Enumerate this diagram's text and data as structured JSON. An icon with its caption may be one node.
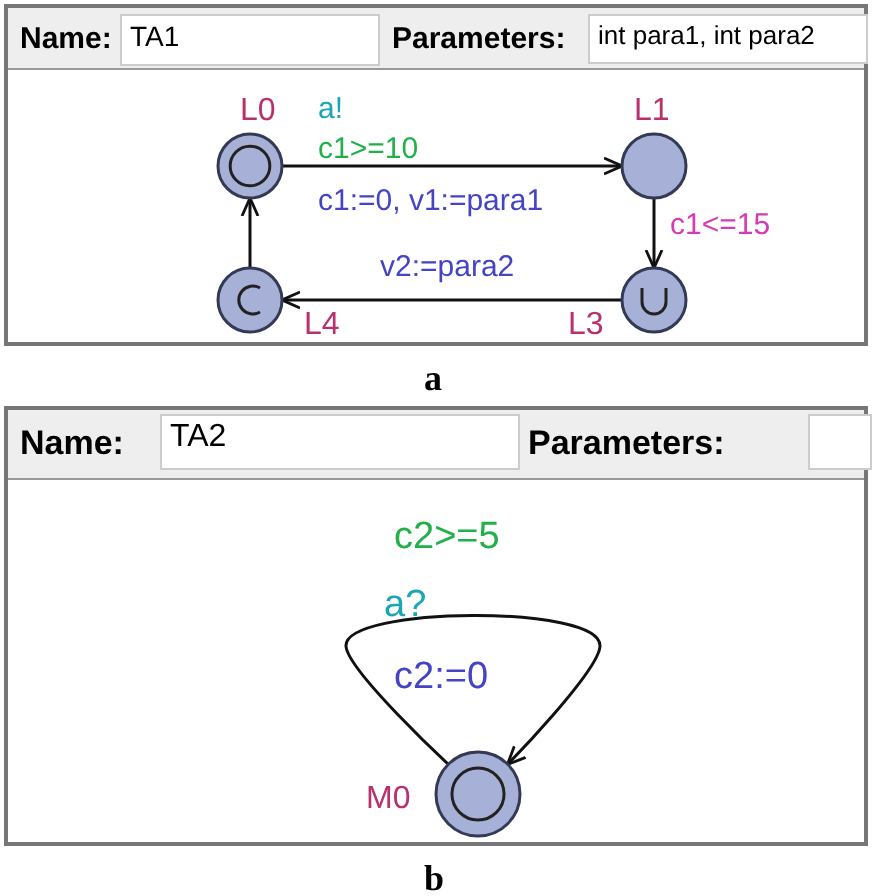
{
  "diagram": {
    "nodes": [
      {
        "text": [],
        "shape": "box"
      },
      {
        "text": [
          "L0"
        ],
        "in": 0
      },
      {
        "text": [
          "L1"
        ],
        "in": 0,
        "beside": [
          "c1<=15"
        ]
      },
      {
        "text": [
          "L4"
        ],
        "in": 0
      },
      {
        "text": [
          "L3"
        ],
        "in": 0
      },
      {
        "text": [],
        "shape": "box"
      },
      {
        "text": [
          "M0"
        ],
        "in": 5
      }
    ],
    "edges": [
      {
        "from": 1,
        "to": 2,
        "arrow": "to"
      },
      {
        "from": 2,
        "to": 4,
        "arrow": "to"
      },
      {
        "from": 4,
        "to": 3,
        "arrow": "to",
        "label": "v2:=para2"
      },
      {
        "from": 3,
        "to": 1,
        "arrow": "to"
      },
      {
        "from": 6,
        "to": 6,
        "arrow": "to"
      }
    ],
    "labels": [
      "Name:",
      "TA1",
      "Parameters:",
      "int para1, int para2",
      "a!",
      "c1>=10",
      "c1:=0, v1:=para1",
      "a",
      "Name:",
      "TA2",
      "Parameters:",
      "c2>=5",
      "a?",
      "c2:=0",
      "b"
    ]
  }
}
